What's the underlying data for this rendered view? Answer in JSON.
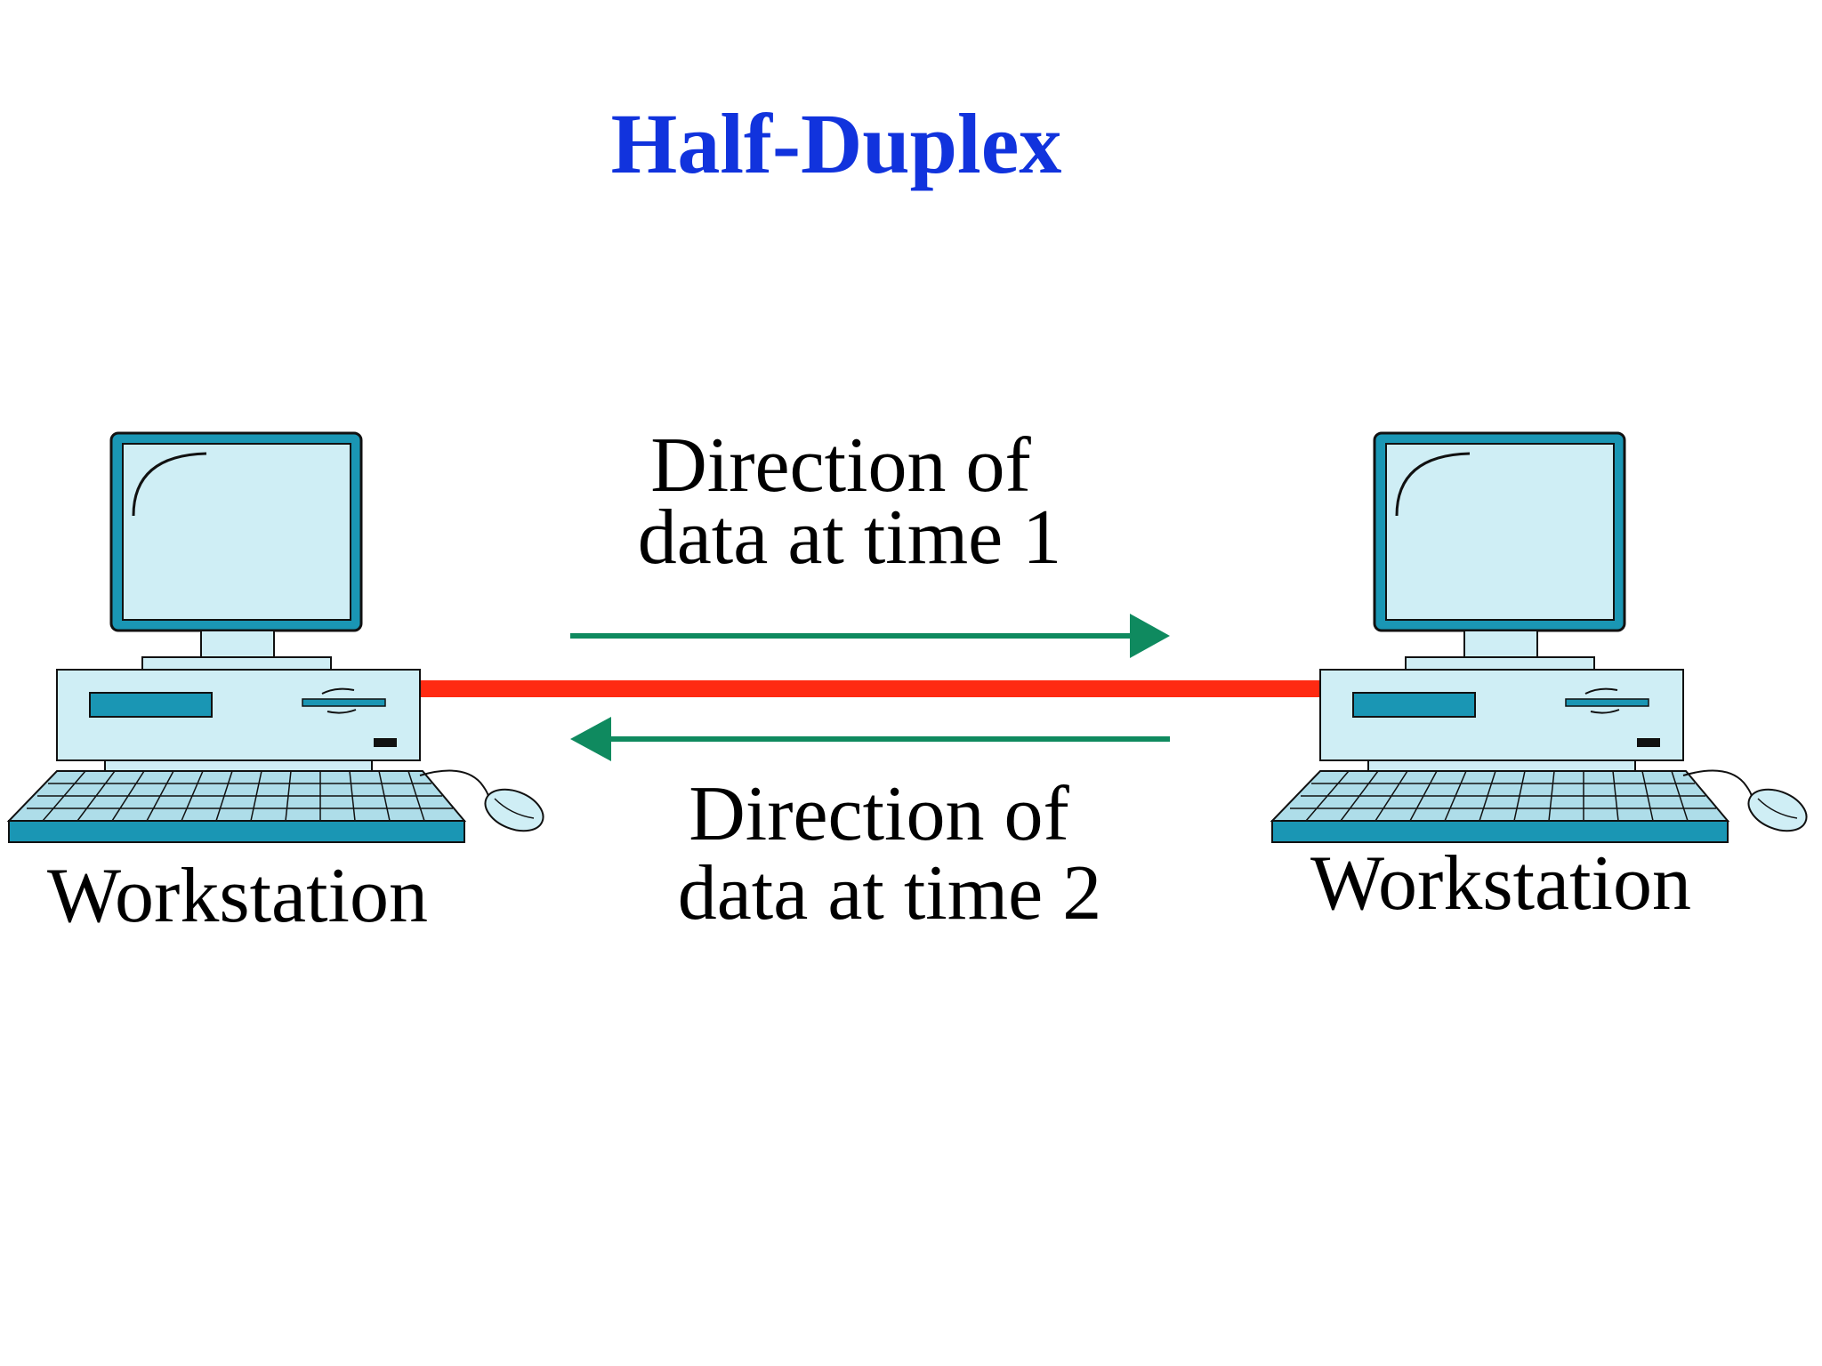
{
  "title": "Half-Duplex",
  "colors": {
    "title": "#1133dd",
    "link": "#ff2a12",
    "arrow": "#0f8a5f",
    "device_fill": "#cfeef5",
    "device_edge": "#1a96b4",
    "outline": "#111111"
  },
  "arrows": {
    "top": {
      "direction": "left-to-right",
      "label_line1": "Direction of",
      "label_line2": "data at time 1"
    },
    "bottom": {
      "direction": "right-to-left",
      "label_line1": "Direction of",
      "label_line2": "data at time 2"
    }
  },
  "nodes": [
    {
      "label": "Workstation",
      "icon": "workstation-icon"
    },
    {
      "label": "Workstation",
      "icon": "workstation-icon"
    }
  ]
}
